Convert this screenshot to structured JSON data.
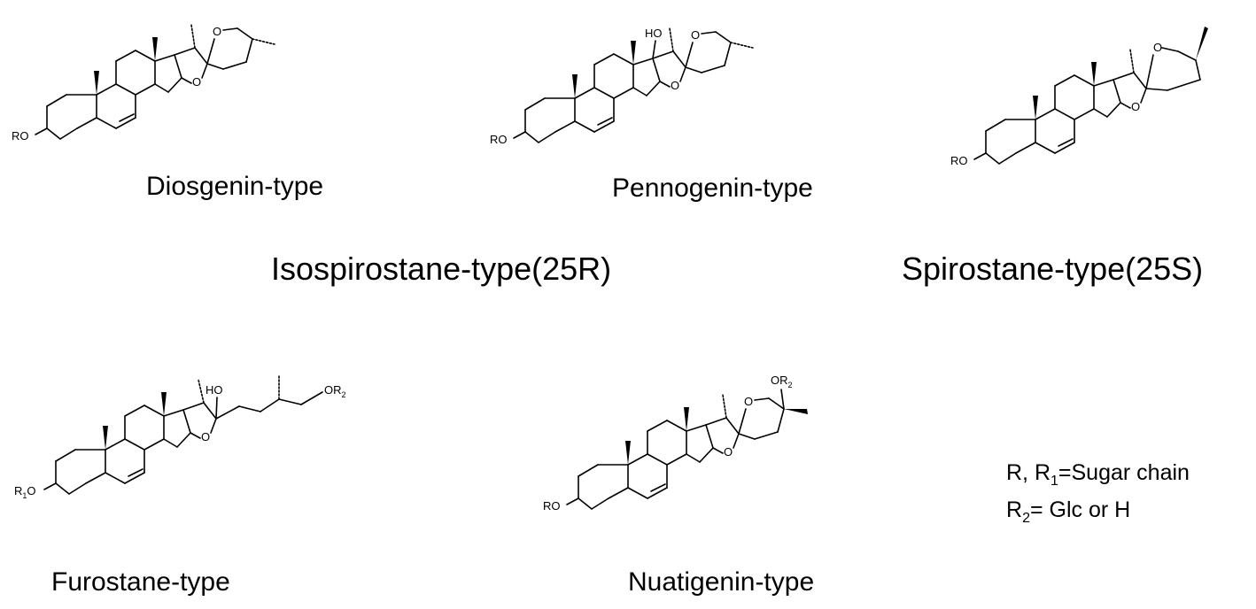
{
  "structures": {
    "diosgenin": {
      "label": "Diosgenin-type",
      "atoms": {
        "ro": "RO",
        "o_ring_f": "O",
        "o_ring_e": "O"
      }
    },
    "pennogenin": {
      "label": "Pennogenin-type",
      "atoms": {
        "ro": "RO",
        "ho": "HO",
        "o_ring_f": "O",
        "o_ring_e": "O"
      }
    },
    "spirostane": {
      "label": "",
      "atoms": {
        "ro": "RO",
        "o_ring_f": "O",
        "o_ring_e": "O"
      }
    },
    "furostane": {
      "label": "Furostane-type",
      "atoms": {
        "r1o": "R",
        "r1o_sub": "1",
        "r1o_o": "O",
        "ho": "HO",
        "o_ring_e": "O",
        "or2": "OR",
        "or2_sub": "2"
      }
    },
    "nuatigenin": {
      "label": "Nuatigenin-type",
      "atoms": {
        "ro": "RO",
        "o_ring_f": "O",
        "o_ring_e": "O",
        "or2": "OR",
        "or2_sub": "2"
      }
    }
  },
  "groups": {
    "isospirostane": "Isospirostane-type(25R)",
    "spirostane": "Spirostane-type(25S)"
  },
  "legend": {
    "line1_a": "R, R",
    "line1_sub": "1",
    "line1_b": "=Sugar chain",
    "line2_a": "R",
    "line2_sub": "2",
    "line2_b": "= Glc or H"
  }
}
